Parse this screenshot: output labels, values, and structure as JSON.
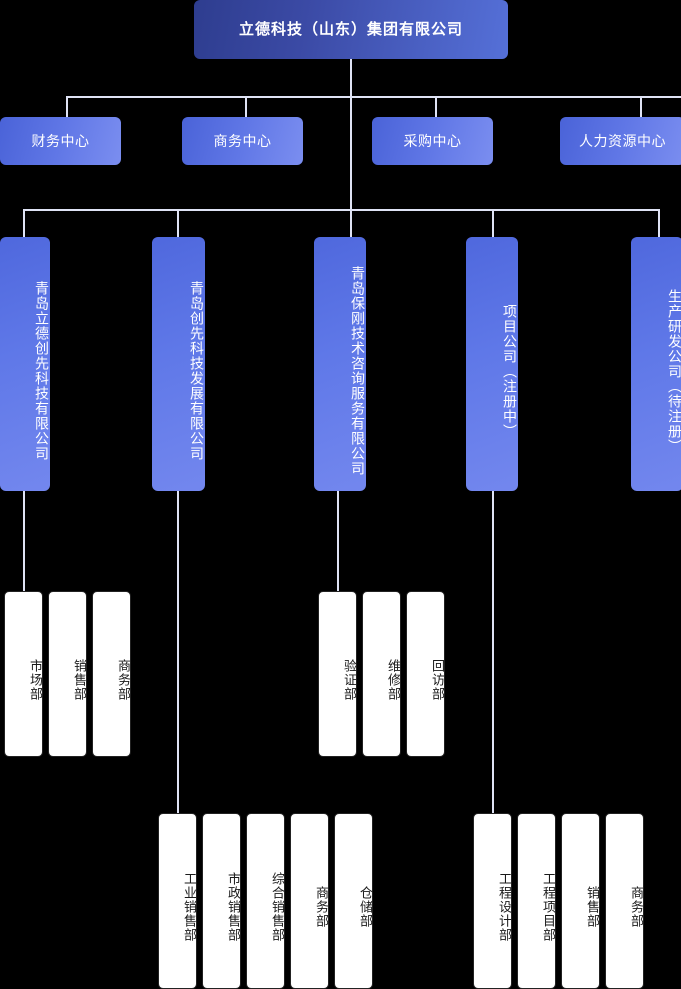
{
  "colors": {
    "background": "#000000",
    "root_gradient_from": "#2e3d8f",
    "root_gradient_to": "#5570d8",
    "node_gradient_from": "#4a63d8",
    "node_gradient_to": "#7b8ef0",
    "connector": "#dfe3f5",
    "leaf_background": "#ffffff",
    "leaf_border": "#222222",
    "leaf_text": "#1a1a1a",
    "node_text": "#ffffff"
  },
  "root": {
    "label": "立德科技（山东）集团有限公司"
  },
  "centers": [
    {
      "label": "财务中心"
    },
    {
      "label": "商务中心"
    },
    {
      "label": "采购中心"
    },
    {
      "label": "人力资源中心"
    }
  ],
  "subsidiaries": [
    {
      "label": "青岛立德创先科技有限公司"
    },
    {
      "label": "青岛创先科技发展有限公司"
    },
    {
      "label": "青岛保刚技术咨询服务有限公司"
    },
    {
      "label": "项目公司（注册中）"
    },
    {
      "label": "生产研发公司（待注册）"
    }
  ],
  "departments": {
    "lide_chuangxian": [
      {
        "label": "市场部"
      },
      {
        "label": "销售部"
      },
      {
        "label": "商务部"
      }
    ],
    "chuangxian_fazhan": [
      {
        "label": "工业销售部"
      },
      {
        "label": "市政销售部"
      },
      {
        "label": "综合销售部"
      },
      {
        "label": "商务部"
      },
      {
        "label": "仓储部"
      }
    ],
    "baogang": [
      {
        "label": "验证部"
      },
      {
        "label": "维修部"
      },
      {
        "label": "回访部"
      }
    ],
    "xiangmu_gongsi": [
      {
        "label": "工程设计部"
      },
      {
        "label": "工程项目部"
      },
      {
        "label": "销售部"
      },
      {
        "label": "商务部"
      }
    ]
  }
}
